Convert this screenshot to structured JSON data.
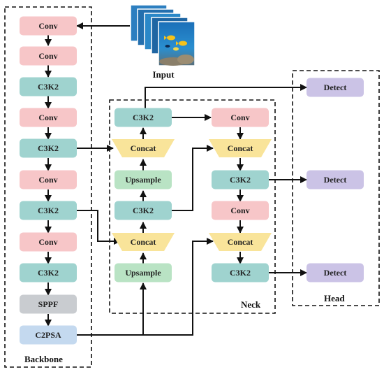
{
  "colors": {
    "conv": "#f7c6c8",
    "c3k2": "#9fd3cf",
    "concat": "#f9e49a",
    "upsample": "#b9e3c4",
    "sppf": "#c9ccd0",
    "c2psa": "#c4d9ef",
    "detect": "#cbc3e6"
  },
  "input": {
    "label": "Input"
  },
  "groups": {
    "backbone": "Backbone",
    "neck": "Neck",
    "head": "Head"
  },
  "backbone": [
    {
      "label": "Conv",
      "kind": "conv"
    },
    {
      "label": "Conv",
      "kind": "conv"
    },
    {
      "label": "C3K2",
      "kind": "c3k2"
    },
    {
      "label": "Conv",
      "kind": "conv"
    },
    {
      "label": "C3K2",
      "kind": "c3k2"
    },
    {
      "label": "Conv",
      "kind": "conv"
    },
    {
      "label": "C3K2",
      "kind": "c3k2"
    },
    {
      "label": "Conv",
      "kind": "conv"
    },
    {
      "label": "C3K2",
      "kind": "c3k2"
    },
    {
      "label": "SPPF",
      "kind": "sppf"
    },
    {
      "label": "C2PSA",
      "kind": "c2psa"
    }
  ],
  "neck_left": [
    {
      "label": "C3K2",
      "kind": "c3k2"
    },
    {
      "label": "Concat",
      "kind": "concat"
    },
    {
      "label": "Upsample",
      "kind": "upsample"
    },
    {
      "label": "C3K2",
      "kind": "c3k2"
    },
    {
      "label": "Concat",
      "kind": "concat"
    },
    {
      "label": "Upsample",
      "kind": "upsample"
    }
  ],
  "neck_right": [
    {
      "label": "Conv",
      "kind": "conv"
    },
    {
      "label": "Concat",
      "kind": "concat"
    },
    {
      "label": "C3K2",
      "kind": "c3k2"
    },
    {
      "label": "Conv",
      "kind": "conv"
    },
    {
      "label": "Concat",
      "kind": "concat"
    },
    {
      "label": "C3K2",
      "kind": "c3k2"
    }
  ],
  "head": [
    {
      "label": "Detect",
      "kind": "detect"
    },
    {
      "label": "Detect",
      "kind": "detect"
    },
    {
      "label": "Detect",
      "kind": "detect"
    }
  ]
}
